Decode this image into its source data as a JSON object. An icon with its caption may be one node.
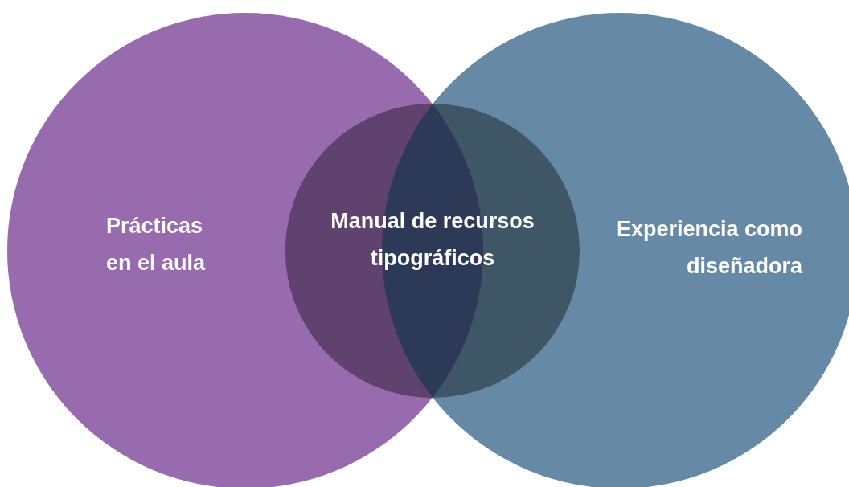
{
  "diagram": {
    "nodes": [
      {
        "text": [
          "Prácticas en el aula"
        ]
      },
      {
        "text": [
          "Manual de recursos tipográficos"
        ]
      },
      {
        "text": [
          "Experiencia como diseñadora"
        ]
      }
    ]
  }
}
